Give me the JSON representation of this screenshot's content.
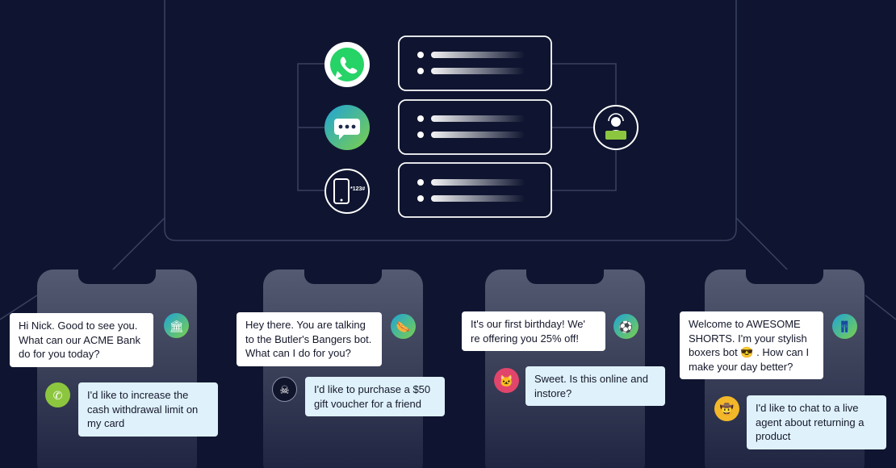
{
  "channels": [
    {
      "id": "whatsapp",
      "icon": "whatsapp-icon"
    },
    {
      "id": "sms",
      "icon": "chat-bubble-dots-icon",
      "glyph": "•••"
    },
    {
      "id": "ussd",
      "icon": "mobile-phone-icon",
      "glyph": "*123#"
    }
  ],
  "agent": {
    "icon": "headset-agent-icon"
  },
  "phones": [
    {
      "bot_message": "Hi Nick. Good to see you. What can our ACME Bank do for you today?",
      "user_message": "I'd like to increase the cash withdrawal limit on my card",
      "bot_icon": "bank-icon",
      "bot_glyph": "🏛",
      "user_icon": "user-avatar-icon",
      "user_glyph": "✆"
    },
    {
      "bot_message": "Hey there. You are talking to the Butler's Bangers bot. What can I do for you?",
      "user_message": "I'd like to purchase a $50 gift voucher for a friend",
      "bot_icon": "hotdog-icon",
      "bot_glyph": "🌭",
      "user_icon": "user-avatar-icon",
      "user_glyph": "☠"
    },
    {
      "bot_message": "It's our first birthday! We' re offering you 25% off!",
      "user_message": "Sweet. Is this online and instore?",
      "bot_icon": "soccer-ball-icon",
      "bot_glyph": "⚽",
      "user_icon": "cat-avatar-icon",
      "user_glyph": "🐱"
    },
    {
      "bot_message": "Welcome to AWESOME SHORTS. I'm your stylish boxers bot 😎 . How can I make your day better?",
      "user_message": "I'd like to chat to a live agent about returning a product",
      "bot_icon": "shorts-icon",
      "bot_glyph": "👖",
      "user_icon": "user-avatar-icon",
      "user_glyph": "🤠"
    }
  ],
  "colors": {
    "background": "#0f1530",
    "whatsapp": "#25d366",
    "sms_gradient_start": "#1fa3d8",
    "sms_gradient_end": "#7cd04a",
    "agent": "#8cc63f",
    "user_bubble": "#dff1fb",
    "bot_bubble": "#ffffff"
  }
}
